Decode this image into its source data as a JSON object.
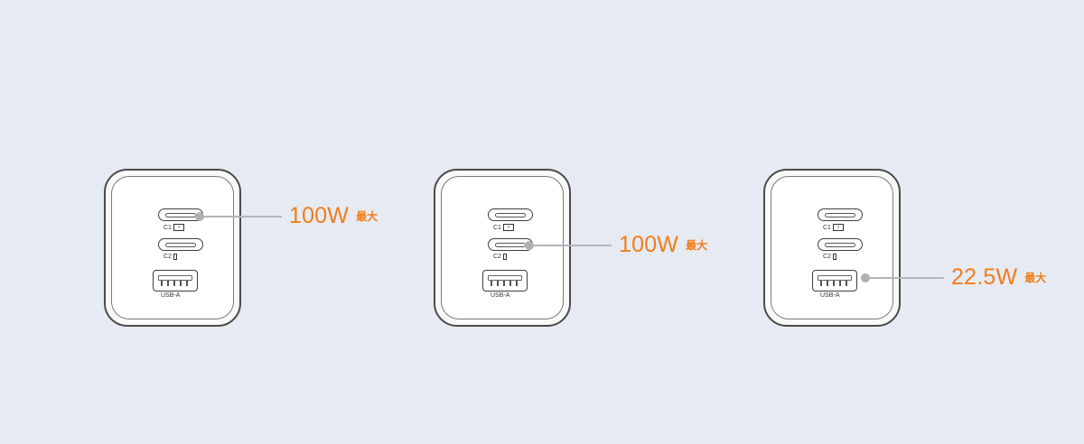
{
  "ports": {
    "c1_label": "C1",
    "c2_label": "C2",
    "usba_label": "USB-A"
  },
  "callouts": [
    {
      "watt": "100W",
      "max": "最大",
      "port": "C1"
    },
    {
      "watt": "100W",
      "max": "最大",
      "port": "C2"
    },
    {
      "watt": "22.5W",
      "max": "最大",
      "port": "USB-A"
    }
  ],
  "colors": {
    "background": "#e6eaf2",
    "accent_orange": "#f07d1a",
    "connector_gray": "#b3b5b9"
  }
}
